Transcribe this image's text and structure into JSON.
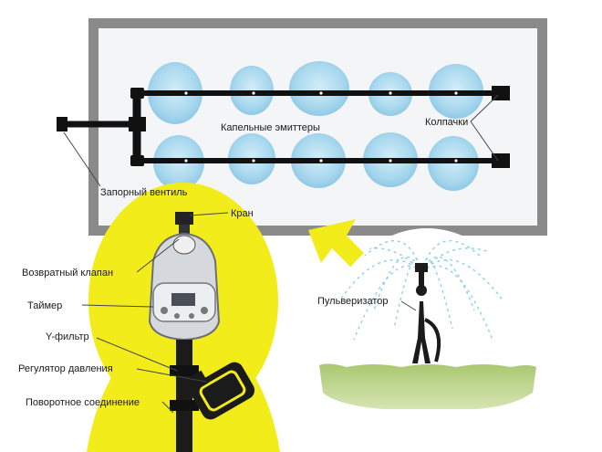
{
  "labels": {
    "emitters": "Капельные эмиттеры",
    "caps": "Колпачки",
    "shutoff_valve": "Запорный вентиль",
    "tap": "Кран",
    "check_valve": "Возвратный клапан",
    "timer": "Таймер",
    "y_filter": "Y-фильтр",
    "pressure_regulator": "Регулятор давления",
    "swivel_connector": "Поворотное соединение",
    "sprinkler": "Пульверизатор"
  },
  "colors": {
    "bed_border": "#8a8a8a",
    "bed_fill": "#f3f4f6",
    "pipe": "#111111",
    "plant_blue": "#a9d8ee",
    "yellow_circle": "#f3ec1b",
    "arrow_yellow": "#f3ec1b",
    "grass": "#bdd38a",
    "water_spray": "#8fcfe8"
  },
  "icons": {
    "arrow": "arrow-up-left-icon",
    "timer": "timer-device-icon",
    "sprinkler": "sprinkler-head-icon"
  }
}
